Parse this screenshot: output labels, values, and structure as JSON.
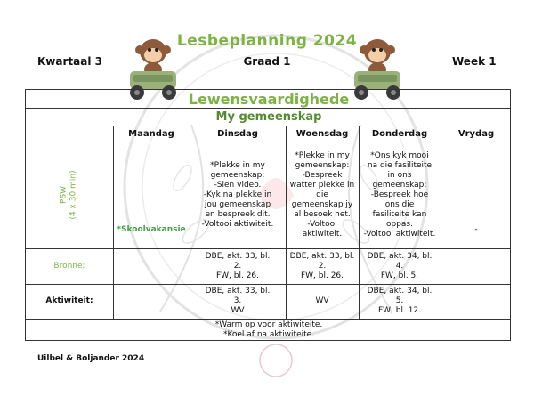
{
  "header": {
    "title": "Lesbeplanning 2024",
    "quarter": "Kwartaal 3",
    "grade": "Graad 1",
    "week": "Week 1"
  },
  "table": {
    "subject": "Lewensvaardighede",
    "theme": "My gemeenskap",
    "days": [
      "Maandag",
      "Dinsdag",
      "Woensdag",
      "Donderdag",
      "Vrydag"
    ],
    "row_label_psw_title": "PSW",
    "row_label_psw_time": "(4 x 30 min)",
    "row_label_bronne": "Bronne:",
    "row_label_aktiwiteit": "Aktiwiteit:",
    "monday_holiday": "*Skoolvakansie",
    "psw": {
      "tuesday": "*Plekke in my\ngemeenskap:\n-Sien video.\n-Kyk na plekke in\njou gemeenskap\nen bespreek dit.\n-Voltooi aktiwiteit.",
      "wednesday": "*Plekke in my\ngemeenskap:\n-Bespreek\nwatter plekke in\ndie\ngemeenskap jy\nal besoek het.\n-Voltooi\naktiwiteit.",
      "thursday": "*Ons kyk mooi\nna die fasiliteite\nin ons\ngemeenskap:\n-Bespreek hoe\nons die\nfasiliteite kan\noppas.\n-Voltooi aktiwiteit.",
      "friday": "-"
    },
    "bronne": {
      "tuesday": "DBE, akt. 33, bl.\n2.\nFW, bl. 26.",
      "wednesday": "DBE, akt. 33, bl.\n2.\nFW, bl. 26.",
      "thursday": "DBE, akt. 34, bl.\n4.\nFW, bl. 5."
    },
    "aktiwiteit": {
      "tuesday": "DBE, akt. 33, bl.\n3.\nWV",
      "wednesday": "WV",
      "thursday": "DBE, akt. 34, bl.\n5.\nFW, bl. 12."
    },
    "notes": "*Warm op voor aktiwiteite.\n*Koel af na aktiwiteite."
  },
  "footer": "Uilbel & Boljander 2024",
  "colors": {
    "accent_green": "#7cb342",
    "dark_green": "#558b2f",
    "holiday_green": "#43a047",
    "border": "#333333"
  },
  "icons": [
    "monkey-in-jeep-icon",
    "watermark-wreath-icon"
  ]
}
